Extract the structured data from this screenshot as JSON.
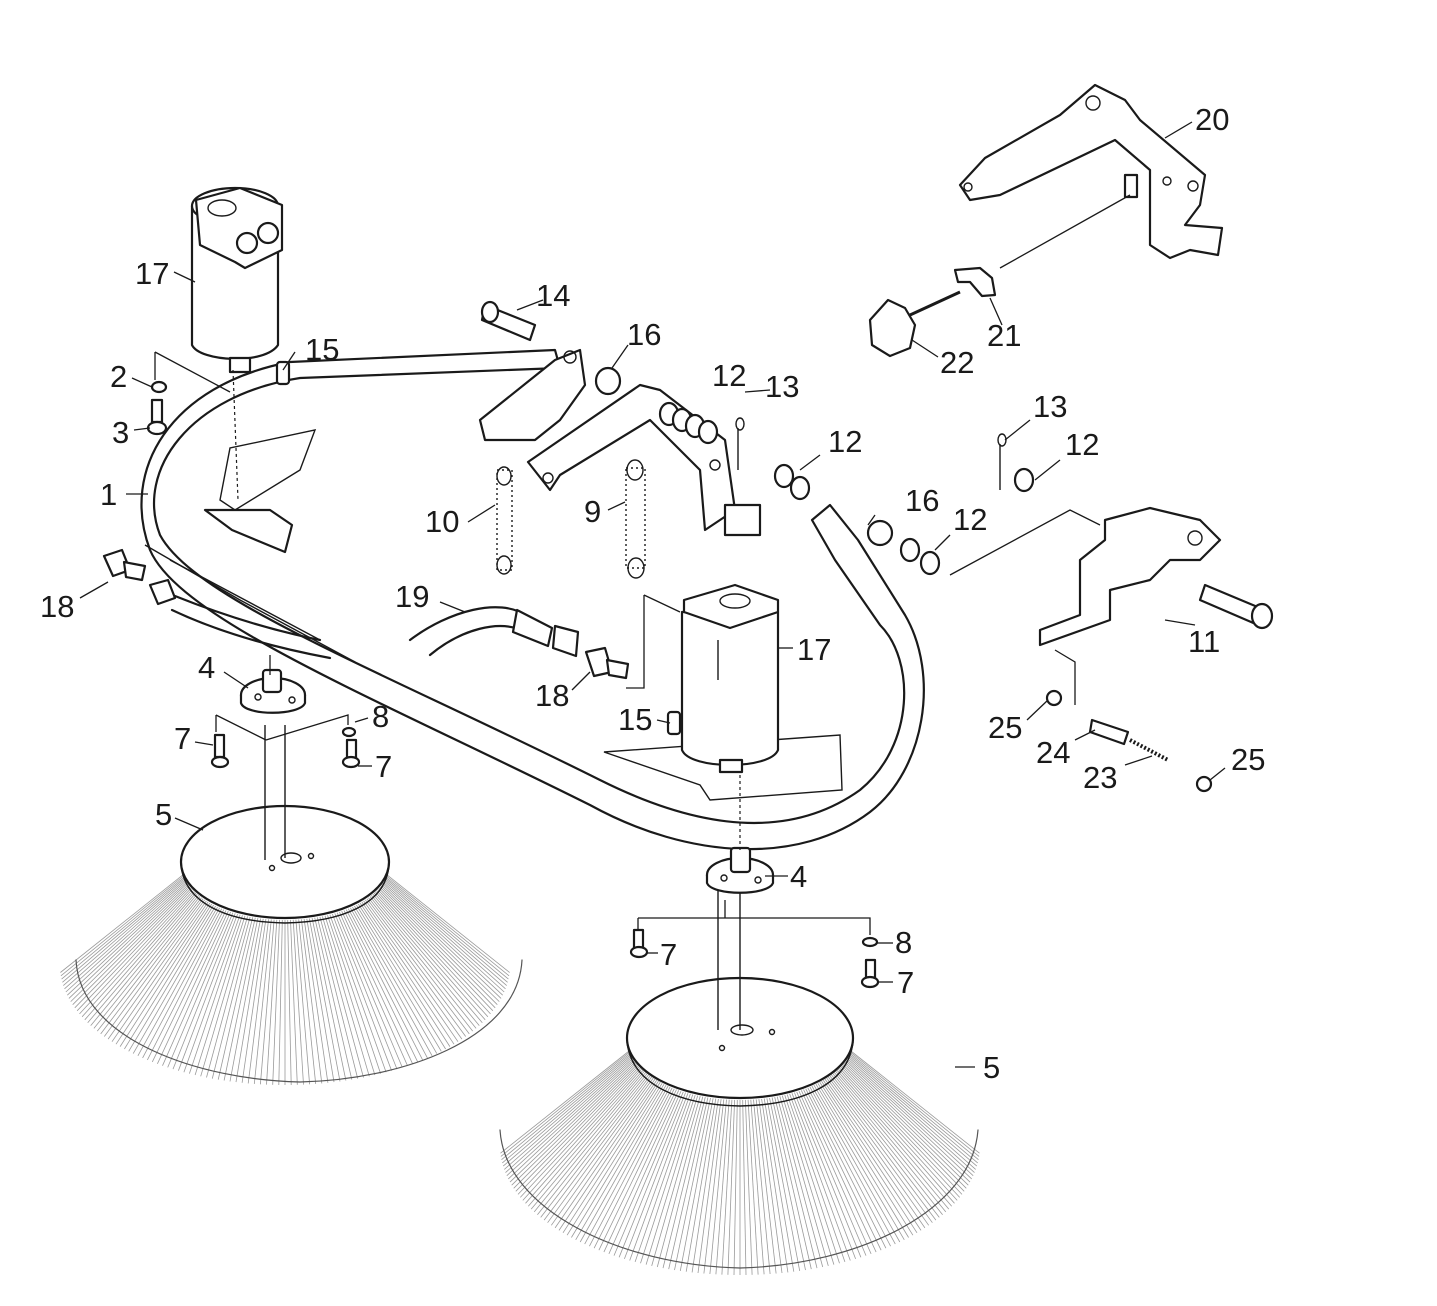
{
  "callouts": [
    {
      "id": "c1",
      "text": "1"
    },
    {
      "id": "c2",
      "text": "2"
    },
    {
      "id": "c3",
      "text": "3"
    },
    {
      "id": "c4a",
      "text": "4"
    },
    {
      "id": "c4b",
      "text": "4"
    },
    {
      "id": "c5a",
      "text": "5"
    },
    {
      "id": "c5b",
      "text": "5"
    },
    {
      "id": "c7a",
      "text": "7"
    },
    {
      "id": "c7b",
      "text": "7"
    },
    {
      "id": "c7c",
      "text": "7"
    },
    {
      "id": "c7d",
      "text": "7"
    },
    {
      "id": "c8a",
      "text": "8"
    },
    {
      "id": "c8b",
      "text": "8"
    },
    {
      "id": "c9",
      "text": "9"
    },
    {
      "id": "c10",
      "text": "10"
    },
    {
      "id": "c11",
      "text": "11"
    },
    {
      "id": "c12a",
      "text": "12"
    },
    {
      "id": "c12b",
      "text": "12"
    },
    {
      "id": "c12c",
      "text": "12"
    },
    {
      "id": "c12d",
      "text": "12"
    },
    {
      "id": "c13a",
      "text": "13"
    },
    {
      "id": "c13b",
      "text": "13"
    },
    {
      "id": "c14",
      "text": "14"
    },
    {
      "id": "c15a",
      "text": "15"
    },
    {
      "id": "c15b",
      "text": "15"
    },
    {
      "id": "c16a",
      "text": "16"
    },
    {
      "id": "c16b",
      "text": "16"
    },
    {
      "id": "c17a",
      "text": "17"
    },
    {
      "id": "c17b",
      "text": "17"
    },
    {
      "id": "c18a",
      "text": "18"
    },
    {
      "id": "c18b",
      "text": "18"
    },
    {
      "id": "c19",
      "text": "19"
    },
    {
      "id": "c20",
      "text": "20"
    },
    {
      "id": "c21",
      "text": "21"
    },
    {
      "id": "c22",
      "text": "22"
    },
    {
      "id": "c23",
      "text": "23"
    },
    {
      "id": "c24",
      "text": "24"
    },
    {
      "id": "c25a",
      "text": "25"
    },
    {
      "id": "c25b",
      "text": "25"
    }
  ]
}
